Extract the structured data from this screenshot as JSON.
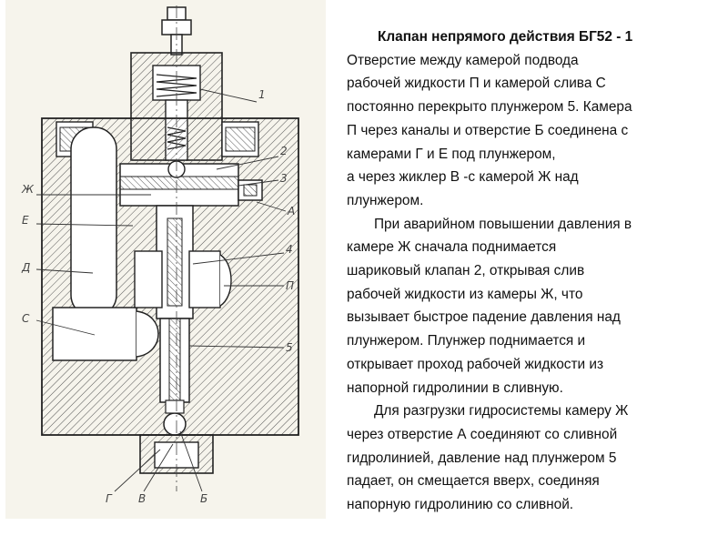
{
  "diagram": {
    "callouts": {
      "left": [
        "Ж",
        "Е",
        "Д",
        "С"
      ],
      "right": [
        "1",
        "2",
        "3",
        "А",
        "4",
        "П",
        "5"
      ],
      "bottom": [
        "Г",
        "В",
        "Б"
      ]
    }
  },
  "text": {
    "title": "Клапан непрямого действия БГ52 - 1",
    "paragraphs": [
      [
        "Отверстие между камерой подвода",
        "рабочей жидкости П и камерой  слива  С",
        "постоянно перекрыто плунжером 5. Камера",
        "П через каналы и отверстие Б соединена с",
        "камерами Г и Е под плунжером,",
        "а через жиклер В -с камерой Ж над",
        "плунжером."
      ],
      [
        "При  аварийном повышении давления в",
        "камере Ж сначала поднимается",
        "шариковый клапан 2, открывая слив",
        "рабочей жидкости из камеры Ж, что",
        "вызывает быстрое падение давления над",
        "плунжером. Плунжер поднимается и",
        "открывает проход рабочей жидкости из",
        "напорной гидролинии в сливную."
      ],
      [
        "Для разгрузки гидросистемы камеру Ж",
        "через отверстие А соединяют со сливной",
        "гидролинией, давление над плунжером 5",
        "падает, он смещается вверх, соединяя",
        "напорную гидролинию со сливной."
      ]
    ]
  }
}
